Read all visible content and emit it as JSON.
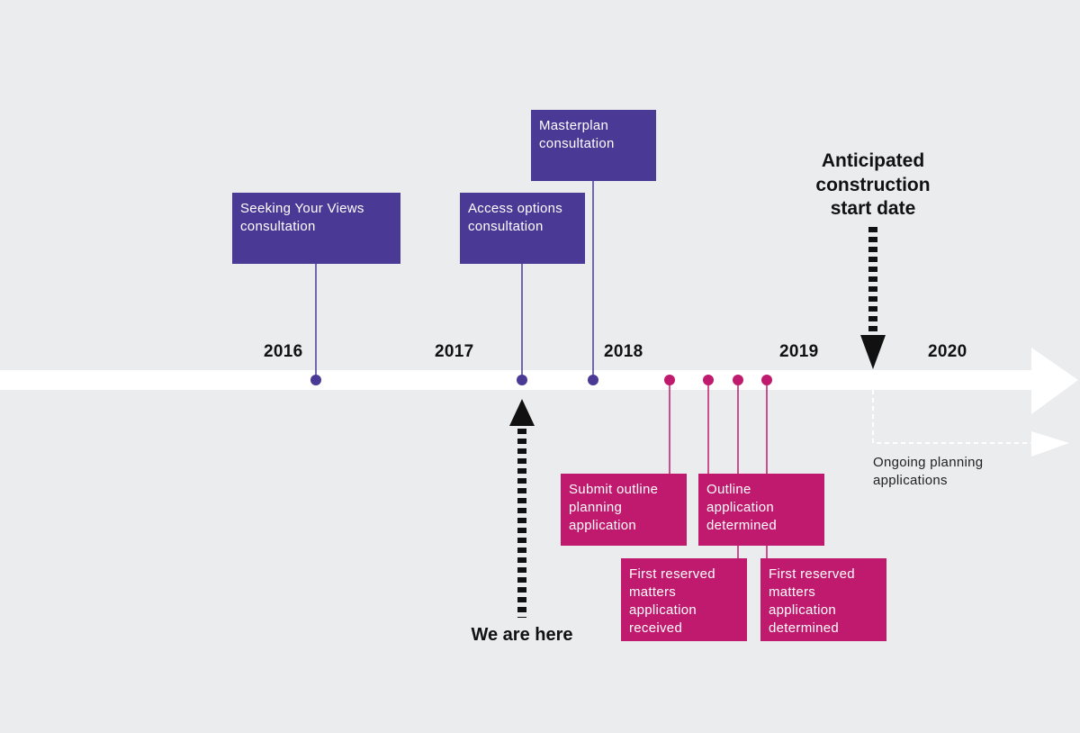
{
  "colors": {
    "background": "#ebecee",
    "consultation": "#4a3a96",
    "planning": "#c01a6e",
    "axis": "#ffffff",
    "text": "#111111"
  },
  "years": [
    "2016",
    "2017",
    "2018",
    "2019",
    "2020"
  ],
  "consultations": [
    {
      "label_line1": "Seeking Your Views",
      "label_line2": "consultation"
    },
    {
      "label_line1": "Access options",
      "label_line2": "consultation"
    },
    {
      "label_line1": "Masterplan",
      "label_line2": "consultation"
    }
  ],
  "planning": [
    {
      "lines": [
        "Submit outline",
        "planning",
        "application"
      ]
    },
    {
      "lines": [
        "First reserved",
        "matters",
        "application",
        "received"
      ]
    },
    {
      "lines": [
        "Outline",
        "application",
        "determined"
      ]
    },
    {
      "lines": [
        "First reserved",
        "matters",
        "application",
        "determined"
      ]
    }
  ],
  "we_are_here": "We are here",
  "construction": {
    "line1": "Anticipated",
    "line2": "construction",
    "line3": "start date"
  },
  "ongoing": {
    "line1": "Ongoing planning",
    "line2": "applications"
  }
}
